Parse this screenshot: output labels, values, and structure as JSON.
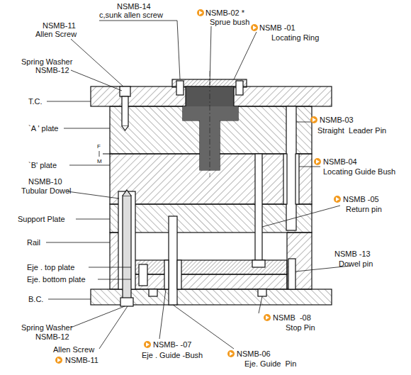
{
  "diagram": {
    "labels": [
      "NSMB-14",
      "c,sunk allen screw",
      "NSMB-11",
      "Allen Screw",
      "NSMB-02 *",
      "Sprue bush",
      "NSMB -01",
      "Locating Ring",
      "Spring Washer",
      "NSMB-12",
      "T.C.",
      "`A ' plate",
      "NSMB-03",
      "Straight  Leader Pin",
      "F",
      "M",
      "`B' plate",
      "NSMB-04",
      "Locating Guide Bush",
      "NSMB-10",
      "Tubular Dowel",
      "Support Plate",
      "NSMB -05",
      "Return pin",
      "Rail",
      "NSMB -13",
      "Dowel pin",
      "Eje . top plate",
      "Eje. bottom plate",
      "B.C.",
      "NSMB  -08",
      "Stop Pin",
      "Spring Washer",
      "NSMB-12",
      "Allen Screw",
      "NSMB-11",
      "NSMB- -07",
      "Eje . Guide -Bush",
      "NSMB-06",
      "Eje. Guide  Pin"
    ]
  }
}
